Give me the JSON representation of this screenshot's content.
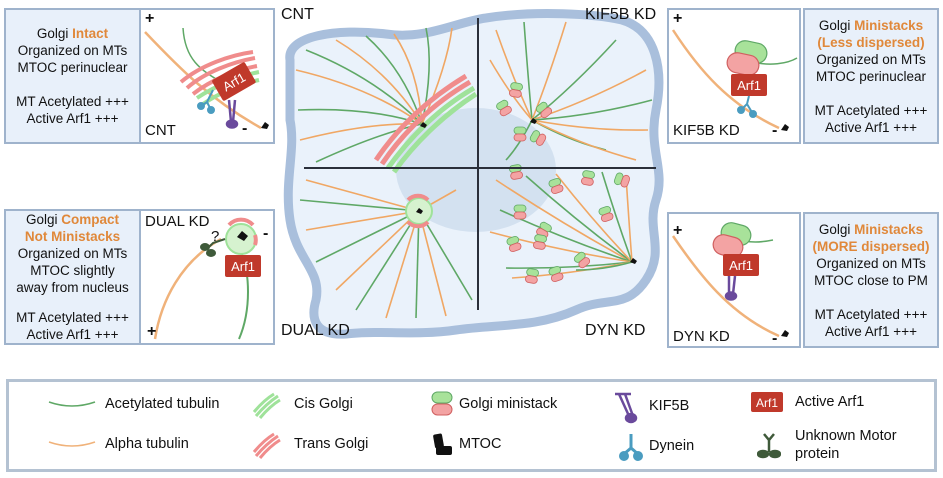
{
  "colors": {
    "acetylated_tubulin": "#5fa866",
    "alpha_tubulin": "#f0a764",
    "cis_golgi": "#9fe29a",
    "trans_golgi": "#f08c8c",
    "arf1": "#c0392b",
    "kif5b": "#6a4a9c",
    "dynein": "#4a9cc0",
    "unknown_motor": "#3f5a3a",
    "highlight": "#e0883a",
    "panel_border": "#9fb3cc",
    "cell_fill": "#eaf2fb",
    "cell_border": "#a9bfdc"
  },
  "conditions": {
    "cnt": {
      "label": "CNT",
      "panel_label": "CNT",
      "desc_prefix": "Golgi ",
      "desc_highlight": "Intact",
      "desc_highlight2": "",
      "lines": [
        "Organized on MTs",
        "MTOC perinuclear"
      ],
      "stats": [
        "MT Acetylated +++",
        "Active Arf1 +++"
      ],
      "plus": "+",
      "minus": "-",
      "arf1": "Arf1"
    },
    "kif5b": {
      "label": "KIF5B KD",
      "panel_label": "KIF5B KD",
      "desc_prefix": "Golgi ",
      "desc_highlight": "Ministacks",
      "desc_highlight2": "(Less dispersed)",
      "lines": [
        "Organized on MTs",
        "MTOC perinuclear"
      ],
      "stats": [
        "MT Acetylated +++",
        "Active Arf1 +++"
      ],
      "plus": "+",
      "minus": "-",
      "arf1": "Arf1"
    },
    "dual": {
      "label": "DUAL KD",
      "panel_label": "DUAL KD",
      "desc_prefix": "Golgi ",
      "desc_highlight": "Compact",
      "desc_highlight2": "Not Ministacks",
      "lines": [
        "Organized on MTs",
        "MTOC slightly",
        "away from nucleus"
      ],
      "stats": [
        "MT Acetylated +++",
        "Active Arf1 +++"
      ],
      "plus": "+",
      "minus": "-",
      "question": "?",
      "arf1": "Arf1"
    },
    "dyn": {
      "label": "DYN KD",
      "panel_label": "DYN KD",
      "desc_prefix": "Golgi ",
      "desc_highlight": "Ministacks",
      "desc_highlight2": "(MORE dispersed)",
      "lines": [
        "Organized on MTs",
        "MTOC close to PM"
      ],
      "stats": [
        "MT Acetylated +++",
        "Active Arf1 +++"
      ],
      "plus": "+",
      "minus": "-",
      "arf1": "Arf1"
    }
  },
  "legend": {
    "items": [
      {
        "icon": "acetylated-tubulin-line",
        "label": "Acetylated tubulin"
      },
      {
        "icon": "alpha-tubulin-line",
        "label": "Alpha tubulin"
      },
      {
        "icon": "cis-golgi-icon",
        "label": "Cis Golgi"
      },
      {
        "icon": "trans-golgi-icon",
        "label": "Trans Golgi"
      },
      {
        "icon": "golgi-ministack-icon",
        "label": "Golgi ministack"
      },
      {
        "icon": "mtoc-icon",
        "label": "MTOC"
      },
      {
        "icon": "kif5b-icon",
        "label": "KIF5B"
      },
      {
        "icon": "dynein-icon",
        "label": "Dynein"
      },
      {
        "icon": "arf1-badge",
        "label": "Active Arf1",
        "badge": "Arf1"
      },
      {
        "icon": "unknown-motor-icon",
        "label": "Unknown Motor",
        "label2": "protein"
      }
    ]
  }
}
